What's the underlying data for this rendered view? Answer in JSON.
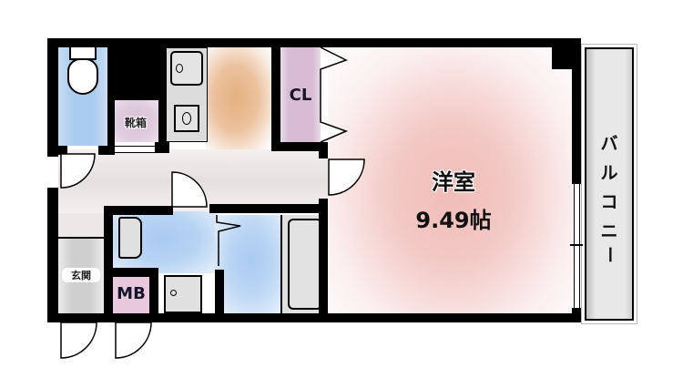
{
  "floorplan": {
    "rooms": {
      "western_room": {
        "name": "洋室",
        "size": "9.49帖",
        "color": "#f2c4c0"
      },
      "closet": {
        "label": "CL",
        "color": "#d8bcd4"
      },
      "shoe_box": {
        "label": "靴箱",
        "color": "#d8bcd4"
      },
      "entrance": {
        "label": "玄関",
        "color": "#d4d4d4"
      },
      "meter_box": {
        "label": "MB",
        "color": "#e8c8dc"
      },
      "balcony": {
        "label": "バルコニー",
        "chars": [
          "バ",
          "ル",
          "コ",
          "ニ",
          "ー"
        ],
        "color": "#e4e4e4"
      },
      "kitchen": {
        "color": "#e8b48a"
      },
      "toilet": {
        "color": "#aaccf0"
      },
      "washroom": {
        "color": "#aaccf0"
      },
      "bathroom": {
        "color": "#aaccf0"
      },
      "hallway": {
        "color": "#e6dede"
      }
    },
    "colors": {
      "wall": "#000000",
      "fixture": "#e0e0e0",
      "background": "#ffffff"
    }
  }
}
